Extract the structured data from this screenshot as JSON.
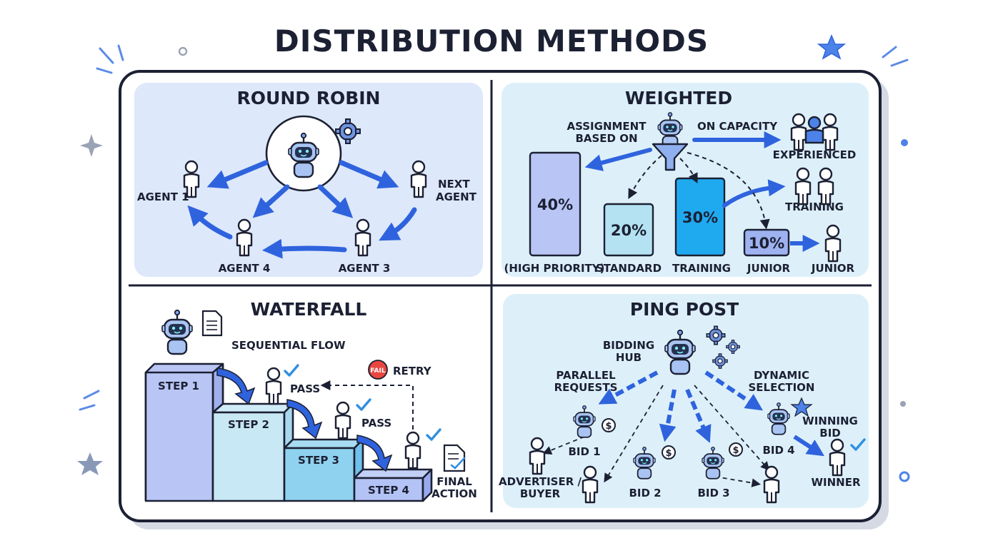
{
  "title": "DISTRIBUTION METHODS",
  "colors": {
    "ink": "#1c2033",
    "blue": "#2f63de",
    "panel_blue": "#dde8fa",
    "panel_cyan": "#ddf0fa",
    "bar_40": "#b9c6f5",
    "bar_20": "#b4e2f2",
    "bar_30": "#1faaf0",
    "bar_10": "#9eb2f0"
  },
  "round_robin": {
    "title": "ROUND ROBIN",
    "agent_1": "AGENT 1",
    "next_agent_line1": "NEXT",
    "next_agent_line2": "AGENT",
    "agent_4": "AGENT 4",
    "agent_3": "AGENT 3"
  },
  "weighted": {
    "title": "WEIGHTED",
    "assignment_line1": "ASSIGNMENT",
    "assignment_line2": "BASED ON",
    "on_capacity": "ON CAPACITY",
    "experienced": "EXPERIENCED",
    "training_group": "TRAINING",
    "bars": [
      {
        "pct": "40%",
        "label": "(HIGH PRIORITY)",
        "share": 40
      },
      {
        "pct": "20%",
        "label": "STANDARD",
        "share": 20
      },
      {
        "pct": "30%",
        "label": "TRAINING",
        "share": 30
      },
      {
        "pct": "10%",
        "label": "JUNIOR",
        "share": 10
      }
    ],
    "junior_person": "JUNIOR"
  },
  "waterfall": {
    "title": "WATERFALL",
    "sequential_flow": "SEQUENTIAL FLOW",
    "fail_badge": "FAIL",
    "retry": "RETRY",
    "pass_1": "PASS",
    "pass_2": "PASS",
    "steps": [
      "STEP 1",
      "STEP 2",
      "STEP 3",
      "STEP 4"
    ],
    "final_line1": "FINAL",
    "final_line2": "ACTION"
  },
  "ping_post": {
    "title": "PING POST",
    "hub_line1": "BIDDING",
    "hub_line2": "HUB",
    "parallel_line1": "PARALLEL",
    "parallel_line2": "REQUESTS",
    "dynamic_line1": "DYNAMIC",
    "dynamic_line2": "SELECTION",
    "winning_line1": "WINNING",
    "winning_line2": "BID",
    "bid_1": "BID 1",
    "bid_2": "BID 2",
    "bid_3": "BID 3",
    "bid_4": "BID 4",
    "advertiser_line1": "ADVERTISER /",
    "advertiser_line2": "BUYER",
    "winner": "WINNER"
  }
}
